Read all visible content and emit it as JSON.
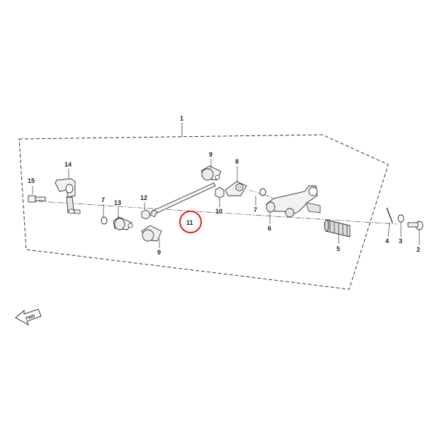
{
  "diagram": {
    "callouts": {
      "c1": "1",
      "c2": "2",
      "c3": "3",
      "c4": "4",
      "c5": "5",
      "c6": "6",
      "c7a": "7",
      "c7b": "7",
      "c8": "8",
      "c9a": "9",
      "c9b": "9",
      "c10": "10",
      "c11": "11",
      "c12": "12",
      "c13": "13",
      "c14": "14",
      "c15": "15"
    },
    "highlighted_callout": "11",
    "fwd_label": "FWD",
    "colors": {
      "line": "#333333",
      "highlight": "#e02020",
      "part_fill": "#f2f2f2",
      "part_shade": "#c8c8c8"
    }
  }
}
